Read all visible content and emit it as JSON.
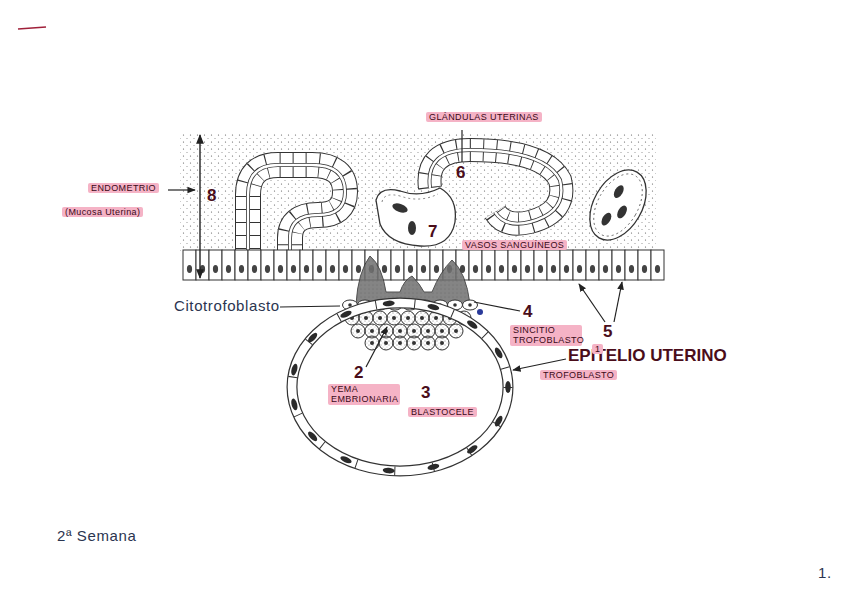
{
  "diagram": {
    "nodes": [
      {
        "text": [
          "2",
          "YEMA EMBRIONARIA",
          "3",
          "BLASTOCELE"
        ]
      }
    ],
    "labels": [
      "GLÁNDULAS UTERINAS",
      "6",
      "ENDOMETRIO",
      "8",
      "(Mucosa Uterina)",
      "7",
      "VASOS SANGUÍNEOS",
      "Citotrofoblasto",
      "4",
      "SINCITIO TROFOBLASTO",
      "5",
      "EPITELIO UTERINO",
      "1",
      "TROFOBLASTO",
      "2ª Semana",
      "1."
    ]
  }
}
